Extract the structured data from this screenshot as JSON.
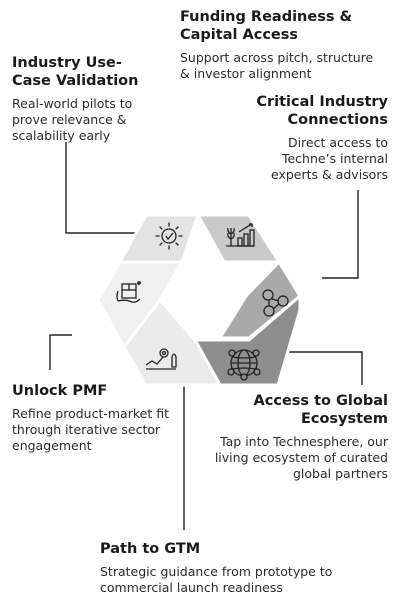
{
  "items": [
    {
      "id": "funding",
      "title": "Funding Readiness & Capital Access",
      "desc": "Support across pitch, structure & investor alignment",
      "icon": "chart-growth-icon",
      "fill": "#c9c9c9"
    },
    {
      "id": "connections",
      "title": "Critical Industry Connections",
      "desc": "Direct access to Techne’s internal experts & advisors",
      "icon": "people-network-icon",
      "fill": "#a9a9a9"
    },
    {
      "id": "ecosystem",
      "title": "Access to Global Ecosystem",
      "desc": "Tap into Technesphere, our living ecosystem of curated global partners",
      "icon": "globe-network-icon",
      "fill": "#8e8e8e"
    },
    {
      "id": "gtm",
      "title": "Path to GTM",
      "desc": "Strategic guidance from prototype to commercial launch readiness",
      "icon": "rocket-target-icon",
      "fill": "#ebebeb"
    },
    {
      "id": "pmf",
      "title": "Unlock PMF",
      "desc": "Refine product-market fit through iterative sector engagement",
      "icon": "product-box-icon",
      "fill": "#f0f0f0"
    },
    {
      "id": "validation",
      "title": "Industry Use-Case Validation",
      "desc": "Real-world pilots to prove relevance & scalability early",
      "icon": "sun-check-icon",
      "fill": "#e3e3e3"
    }
  ]
}
